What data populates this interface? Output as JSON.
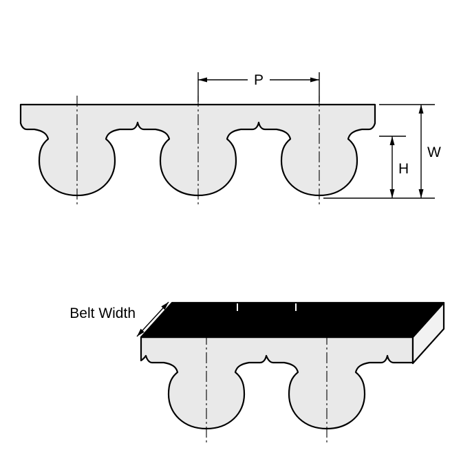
{
  "diagram": {
    "labels": {
      "pitch": "P",
      "overall_width": "W",
      "tooth_height": "H",
      "belt_width": "Belt Width"
    },
    "colors": {
      "line": "#000000",
      "belt_fill": "#e9e9e9",
      "top_face_fill": "#000000",
      "side_face_fill": "#f2f2f2",
      "background": "#ffffff"
    }
  }
}
